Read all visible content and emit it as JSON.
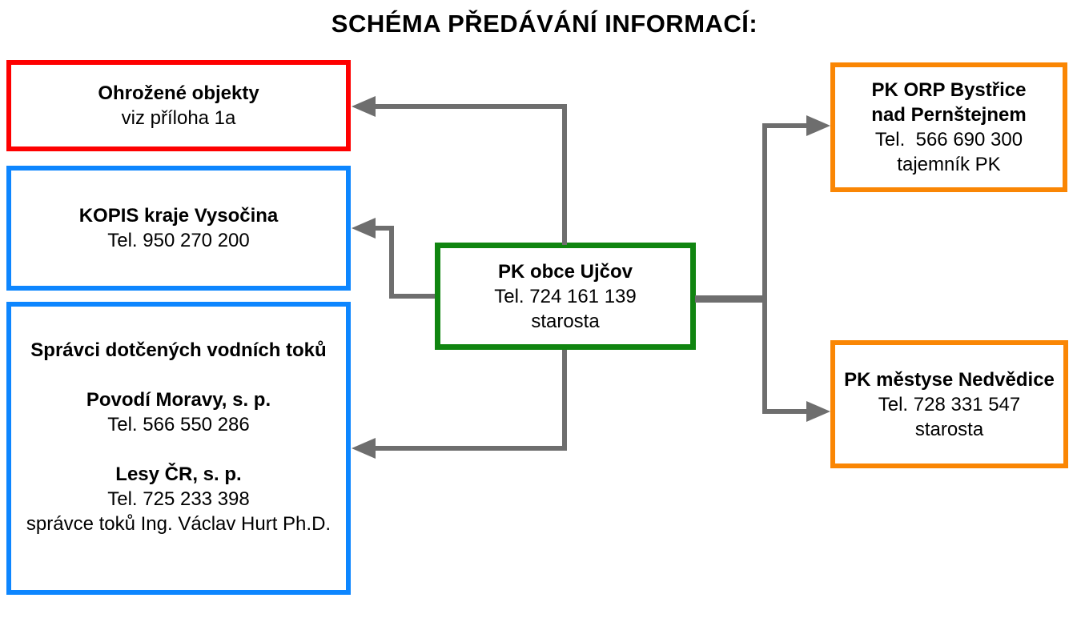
{
  "title": "SCHÉMA PŘEDÁVÁNÍ INFORMACÍ:",
  "colors": {
    "red": "#fe0000",
    "blue": "#0d86ff",
    "green": "#108510",
    "orange": "#fa8604",
    "connector_gray": "#6e6e6e"
  },
  "nodes": {
    "ohrozene": {
      "lines": [
        {
          "text": "Ohrožené objekty"
        },
        {
          "text": "viz příloha 1a"
        }
      ]
    },
    "kopis": {
      "lines": [
        {
          "text": "KOPIS kraje Vysočina"
        },
        {
          "text": "Tel. 950 270 200"
        }
      ]
    },
    "spravci": {
      "lines": [
        {
          "text": "Správci dotčených vodních toků"
        },
        {
          "text": ""
        },
        {
          "text": "Povodí Moravy, s. p."
        },
        {
          "text": "Tel. 566 550 286"
        },
        {
          "text": ""
        },
        {
          "text": "Lesy ČR, s. p."
        },
        {
          "text": "Tel. 725 233 398"
        },
        {
          "text": "správce toků Ing. Václav Hurt Ph.D."
        }
      ]
    },
    "ujcov": {
      "lines": [
        {
          "text": "PK obce Ujčov"
        },
        {
          "text": "Tel. 724 161 139"
        },
        {
          "text": "starosta"
        }
      ]
    },
    "orp": {
      "lines": [
        {
          "text": "PK ORP Bystřice"
        },
        {
          "text": "nad Pernštejnem"
        },
        {
          "text": "Tel.  566 690 300"
        },
        {
          "text": "tajemník PK"
        }
      ]
    },
    "nedvedice": {
      "lines": [
        {
          "text": "PK městyse Nedvědice"
        },
        {
          "text": "Tel. 728 331 547"
        },
        {
          "text": "starosta"
        }
      ]
    }
  }
}
